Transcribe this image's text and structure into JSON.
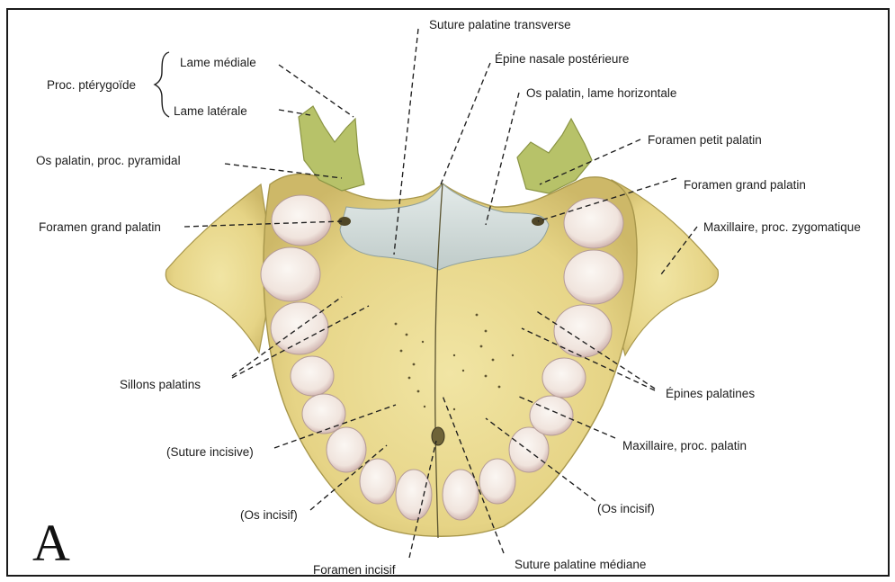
{
  "figure": {
    "plate_letter": "A",
    "colors": {
      "bone": "#e9d98c",
      "bone_shadow": "#c9b763",
      "palatine_bone": "#cfd8d6",
      "pterygoid": "#b9c46a",
      "tooth": "#f6efe9",
      "tooth_shadow": "#c9aaa6",
      "border": "#1a1a1a",
      "leader_line": "#1e1e1e"
    }
  },
  "labels": {
    "proc_pterygoide": "Proc. ptérygoïde",
    "lame_mediale": "Lame médiale",
    "lame_laterale": "Lame latérale",
    "os_palatin_pyramidal": "Os palatin, proc. pyramidal",
    "foramen_grand_palatin_left": "Foramen grand palatin",
    "sillons_palatins": "Sillons palatins",
    "suture_incisive": "(Suture incisive)",
    "os_incisif_left": "(Os incisif)",
    "foramen_incisif": "Foramen incisif",
    "suture_palatine_transverse": "Suture palatine transverse",
    "epine_nasale_posterieure": "Épine nasale postérieure",
    "os_palatin_lame_horizontale": "Os palatin, lame horizontale",
    "foramen_petit_palatin": "Foramen petit palatin",
    "foramen_grand_palatin_right": "Foramen grand palatin",
    "maxillaire_proc_zygomatique": "Maxillaire, proc. zygomatique",
    "epines_palatines": "Épines palatines",
    "maxillaire_proc_palatin": "Maxillaire, proc. palatin",
    "os_incisif_right": "(Os incisif)",
    "suture_palatine_mediane": "Suture palatine médiane"
  }
}
